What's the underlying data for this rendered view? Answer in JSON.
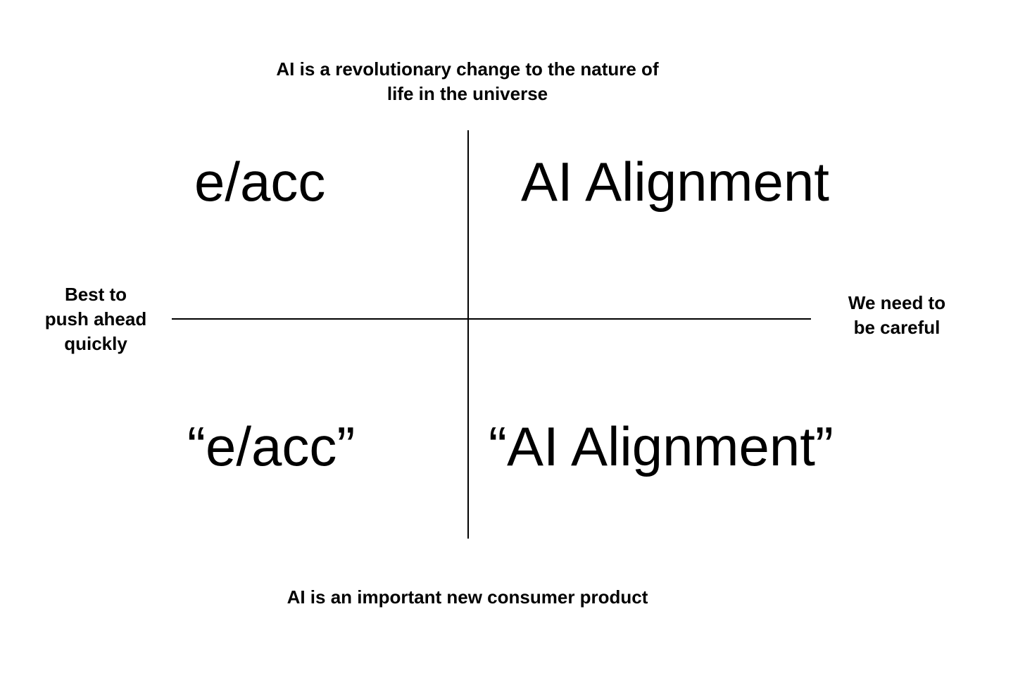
{
  "axes": {
    "top": "AI is a revolutionary change to the nature of\nlife in the universe",
    "bottom": "AI is an important new consumer product",
    "left": "Best to\npush ahead\nquickly",
    "right": "We need to\nbe careful"
  },
  "quadrants": {
    "top_left": "e/acc",
    "top_right": "AI Alignment",
    "bottom_left": "“e/acc”",
    "bottom_right": "“AI Alignment”"
  }
}
